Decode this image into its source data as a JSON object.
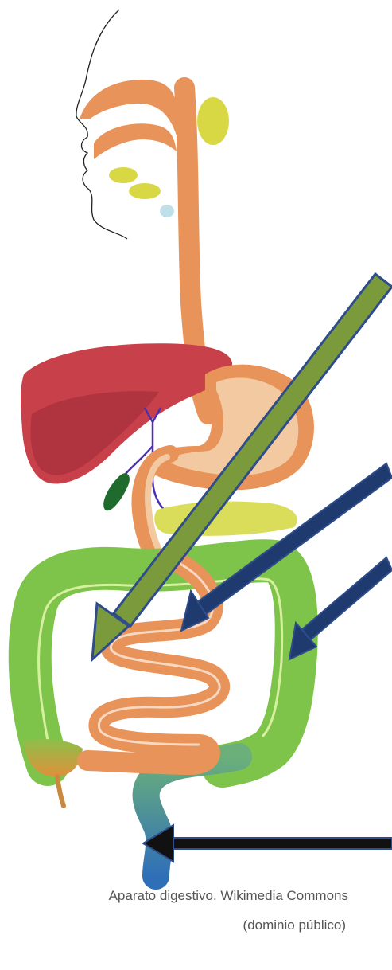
{
  "caption": {
    "line1": "Aparato digestivo. Wikimedia Commons",
    "line2": "(dominio público)"
  },
  "colors": {
    "esophagus": "#e8935a",
    "liver": "#c8404a",
    "liver_shadow": "#a8303c",
    "stomach": "#e8935a",
    "stomach_inner": "#f2c9a0",
    "gallbladder": "#1f6b2e",
    "pancreas": "#d9dd5a",
    "salivary": "#d8d845",
    "small_intestine": "#e8935a",
    "small_intestine_line": "#f8d8c0",
    "large_intestine": "#7ec44a",
    "large_intestine_line": "#d6f0a0",
    "rectum_top": "#6bb07a",
    "rectum_bottom": "#2f6fb8",
    "bile_duct": "#4b2fb0",
    "arrow_green_fill": "#7a9a3c",
    "arrow_blue_fill": "#1f3a6e",
    "arrow_black_fill": "#111111",
    "arrow_outline": "#2e4d8a"
  },
  "arrows": [
    {
      "name": "arrow-green",
      "color": "arrow_green_fill",
      "target": "small-intestine-upper"
    },
    {
      "name": "arrow-blue-1",
      "color": "arrow_blue_fill",
      "target": "small-intestine"
    },
    {
      "name": "arrow-blue-2",
      "color": "arrow_blue_fill",
      "target": "large-intestine"
    },
    {
      "name": "arrow-black",
      "color": "arrow_black_fill",
      "target": "rectum"
    }
  ]
}
